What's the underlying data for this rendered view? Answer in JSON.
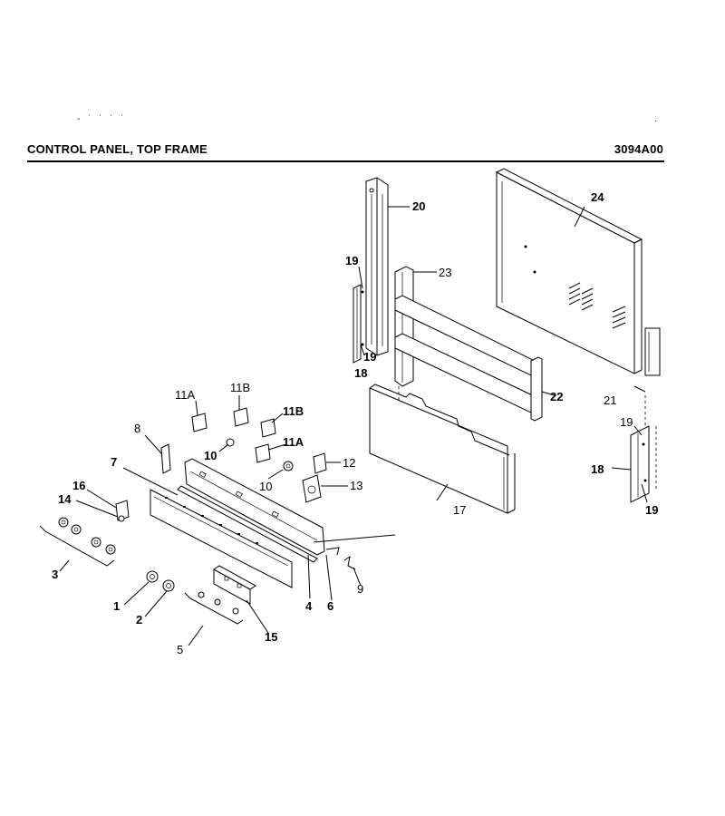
{
  "header": {
    "title": "CONTROL PANEL, TOP FRAME",
    "code": "3094A00"
  },
  "callouts": {
    "c1": "1",
    "c2": "2",
    "c3": "3",
    "c4": "4",
    "c5": "5",
    "c6": "6",
    "c7": "7",
    "c8": "8",
    "c9": "9",
    "c10a": "10",
    "c10b": "10",
    "c11a1": "11A",
    "c11a2": "11A",
    "c11b1": "11B",
    "c11b2": "11B",
    "c12": "12",
    "c13": "13",
    "c14": "14",
    "c15": "15",
    "c16": "16",
    "c17": "17",
    "c18a": "18",
    "c18b": "18",
    "c19a": "19",
    "c19b": "19",
    "c19c": "19",
    "c19d": "19",
    "c20": "20",
    "c21": "21",
    "c22": "22",
    "c23": "23",
    "c24": "24"
  }
}
